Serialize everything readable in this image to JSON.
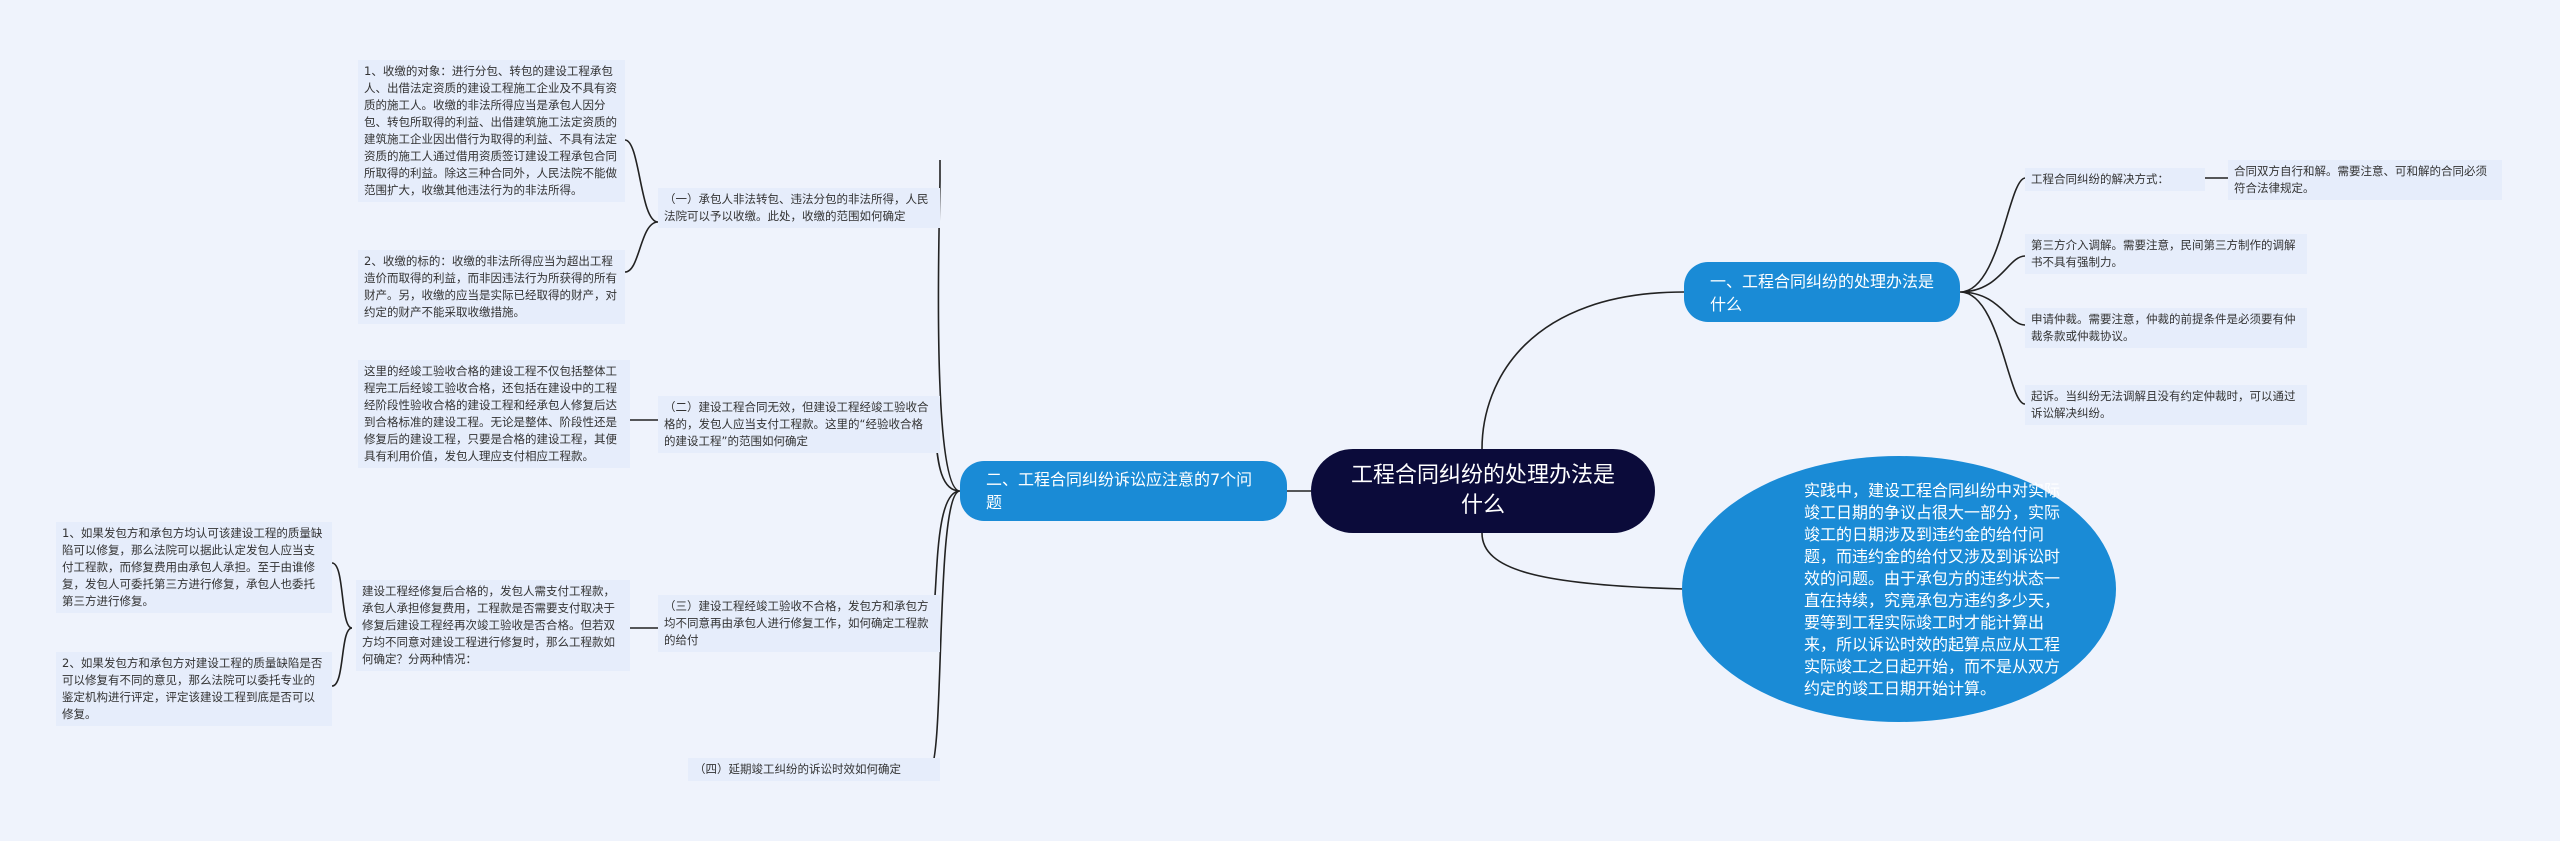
{
  "root": {
    "title": "工程合同纠纷的处理办法是什么"
  },
  "branch_right_1": {
    "label": "一、工程合同纠纷的处理办法是什么"
  },
  "branch_right_2": {
    "text": "实践中，建设工程合同纠纷中对实际竣工日期的争议占很大一部分，实际竣工的日期涉及到违约金的给付问题，而违约金的给付又涉及到诉讼时效的问题。由于承包方的违约状态一直在持续，究竟承包方违约多少天，要等到工程实际竣工时才能计算出来，所以诉讼时效的起算点应从工程实际竣工之日起开始，而不是从双方约定的竣工日期开始计算。"
  },
  "right_items": [
    {
      "text": "工程合同纠纷的解决方式："
    },
    {
      "text": "第三方介入调解。需要注意，民间第三方制作的调解书不具有强制力。"
    },
    {
      "text": "申请仲裁。需要注意，仲裁的前提条件是必须要有仲裁条款或仲裁协议。"
    },
    {
      "text": "起诉。当纠纷无法调解且没有约定仲裁时，可以通过诉讼解决纠纷。"
    }
  ],
  "right_sub": {
    "text": "合同双方自行和解。需要注意、可和解的合同必须符合法律规定。"
  },
  "branch_left": {
    "label": "二、工程合同纠纷诉讼应注意的7个问题"
  },
  "left_items": [
    {
      "text": "（一）承包人非法转包、违法分包的非法所得，人民法院可以予以收缴。此处，收缴的范围如何确定"
    },
    {
      "text": "（二）建设工程合同无效，但建设工程经竣工验收合格的，发包人应当支付工程款。这里的“经验收合格的建设工程”的范围如何确定"
    },
    {
      "text": "（三）建设工程经竣工验收不合格，发包方和承包方均不同意再由承包人进行修复工作，如何确定工程款的给付"
    },
    {
      "text": "（四）延期竣工纠纷的诉讼时效如何确定"
    }
  ],
  "left_sub1": [
    {
      "text": "1、收缴的对象：进行分包、转包的建设工程承包人、出借法定资质的建设工程施工企业及不具有资质的施工人。收缴的非法所得应当是承包人因分包、转包所取得的利益、出借建筑施工法定资质的建筑施工企业因出借行为取得的利益、不具有法定资质的施工人通过借用资质签订建设工程承包合同所取得的利益。除这三种合同外，人民法院不能做范围扩大，收缴其他违法行为的非法所得。"
    },
    {
      "text": "2、收缴的标的：收缴的非法所得应当为超出工程造价而取得的利益，而非因违法行为所获得的所有财产。另，收缴的应当是实际已经取得的财产，对约定的财产不能采取收缴措施。"
    }
  ],
  "left_sub2": {
    "text": "这里的经竣工验收合格的建设工程不仅包括整体工程完工后经竣工验收合格，还包括在建设中的工程经阶段性验收合格的建设工程和经承包人修复后达到合格标准的建设工程。无论是整体、阶段性还是修复后的建设工程，只要是合格的建设工程，其便具有利用价值，发包人理应支付相应工程款。"
  },
  "left_sub3": {
    "text": "建设工程经修复后合格的，发包人需支付工程款，承包人承担修复费用，工程款是否需要支付取决于修复后建设工程经再次竣工验收是否合格。但若双方均不同意对建设工程进行修复时，那么工程款如何确定？分两种情况："
  },
  "left_sub3_items": [
    {
      "text": "1、如果发包方和承包方均认可该建设工程的质量缺陷可以修复，那么法院可以据此认定发包人应当支付工程款，而修复费用由承包人承担。至于由谁修复，发包人可委托第三方进行修复，承包人也委托第三方进行修复。"
    },
    {
      "text": "2、如果发包方和承包方对建设工程的质量缺陷是否可以修复有不同的意见，那么法院可以委托专业的鉴定机构进行评定，评定该建设工程到底是否可以修复。"
    }
  ],
  "colors": {
    "root_bg": "#0b0b3a",
    "branch_bg": "#1a8bd6",
    "node_bg": "#e6edfb",
    "link": "#222222"
  }
}
